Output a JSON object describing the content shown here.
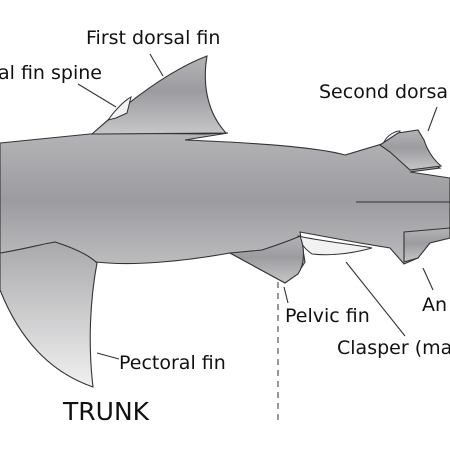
{
  "labels": {
    "first_dorsal_fin": "First dorsal fin",
    "dorsal_fin_spine": "al fin spine",
    "second_dorsal_fin": "Second dorsa",
    "anal_fin": "An",
    "pelvic_fin": "Pelvic fin",
    "clasper": "Clasper (ma",
    "pectoral_fin": "Pectoral fin"
  },
  "section_label": "TRUNK",
  "colors": {
    "body_light": "#c9c9cb",
    "body_mid": "#a2a2a5",
    "fin_light": "#ececec",
    "outline": "#333333"
  }
}
